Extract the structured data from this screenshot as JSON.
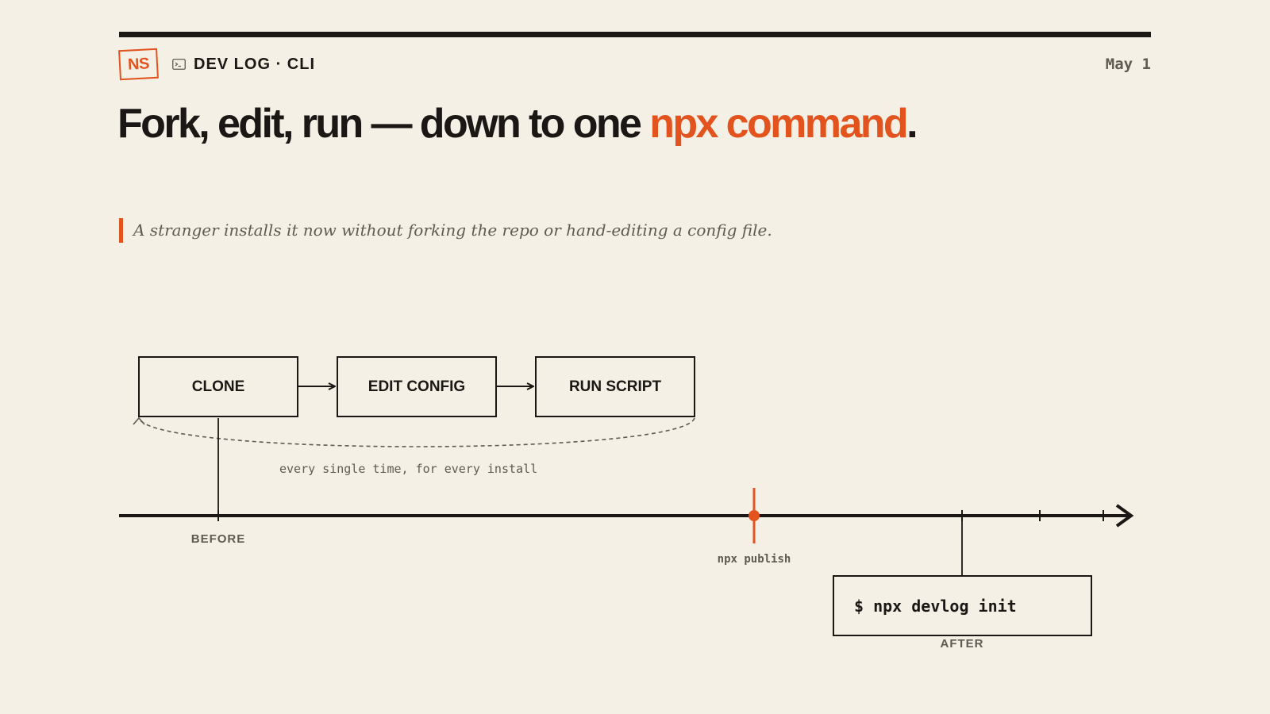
{
  "header": {
    "logo_text": "NS",
    "section_label": "DEV LOG · CLI",
    "date": "May 1"
  },
  "headline": {
    "text_before": "Fork, edit, run — down to one ",
    "accent": "npx command",
    "text_after": "."
  },
  "subtitle": "A stranger installs it now without forking the repo or hand-editing a config file.",
  "flow": {
    "steps": [
      "CLONE",
      "EDIT CONFIG",
      "RUN SCRIPT"
    ],
    "loop_note": "every single time, for every install"
  },
  "timeline": {
    "before_label": "BEFORE",
    "publish_label": "npx publish",
    "after_label": "AFTER",
    "after_command": "$ npx devlog init"
  },
  "colors": {
    "accent": "#e2531e",
    "ink": "#1a1714",
    "muted": "#5f5a52",
    "background": "#f4f0e6"
  },
  "icons": {
    "header_icon": "terminal-icon",
    "loop_arrow": "loop-arrow"
  }
}
